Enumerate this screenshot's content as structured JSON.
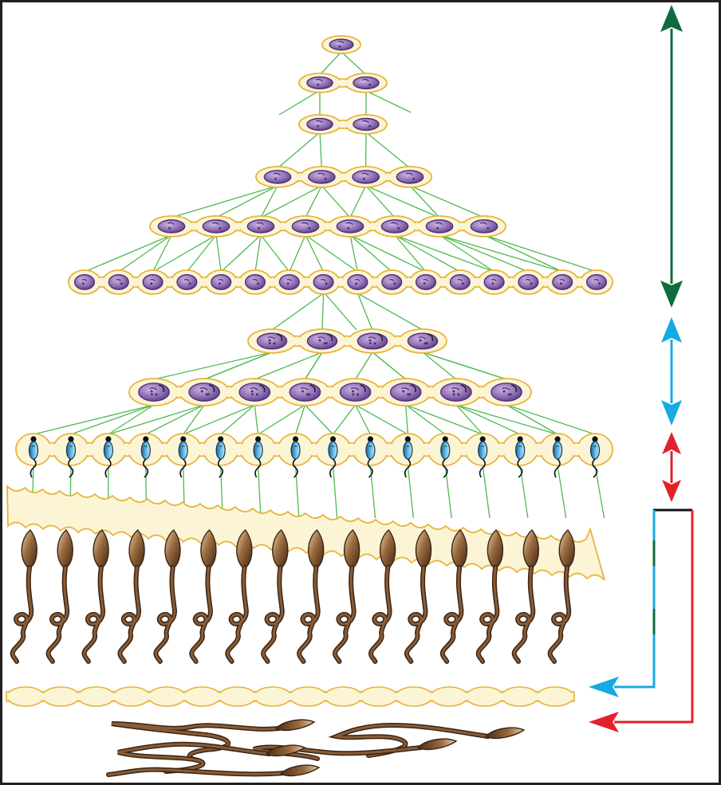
{
  "diagram": {
    "kind": "spermatogenesis clonal expansion",
    "stages": [
      {
        "name": "spermatogonium",
        "cells": 1
      },
      {
        "name": "spermatogonia-2",
        "cells": 2
      },
      {
        "name": "spermatogonia-2b",
        "cells": 2
      },
      {
        "name": "spermatogonia-4",
        "cells": 4
      },
      {
        "name": "spermatogonia-8",
        "cells": 8
      },
      {
        "name": "spermatogonia-16",
        "cells": 16
      },
      {
        "name": "spermatocytes-4",
        "cells": 4
      },
      {
        "name": "spermatocytes-8",
        "cells": 8
      },
      {
        "name": "spermatids-16",
        "cells": 16
      },
      {
        "name": "elongating-spermatids",
        "cells": 16
      },
      {
        "name": "cytoplasmic-bridge-chain",
        "cells": 16
      },
      {
        "name": "released-spermatozoa",
        "cells": 5
      }
    ],
    "phase_arrows": [
      {
        "name": "mitotic-phase-arrow",
        "color": "#0f6b3c"
      },
      {
        "name": "meiotic-phase-arrow",
        "color": "#17a9e1"
      },
      {
        "name": "spermiogenesis-arrow",
        "color": "#e4212b"
      }
    ],
    "colors": {
      "cell_body": "#fbf5d6",
      "cell_outline": "#e9b43a",
      "nucleus": "#8e6fb4",
      "nucleus_dark": "#4b2d72",
      "connector": "#4cba4f",
      "sperm_head": "#8a5c35",
      "sperm_dark": "#3a2414",
      "frame": "#231f20"
    }
  }
}
